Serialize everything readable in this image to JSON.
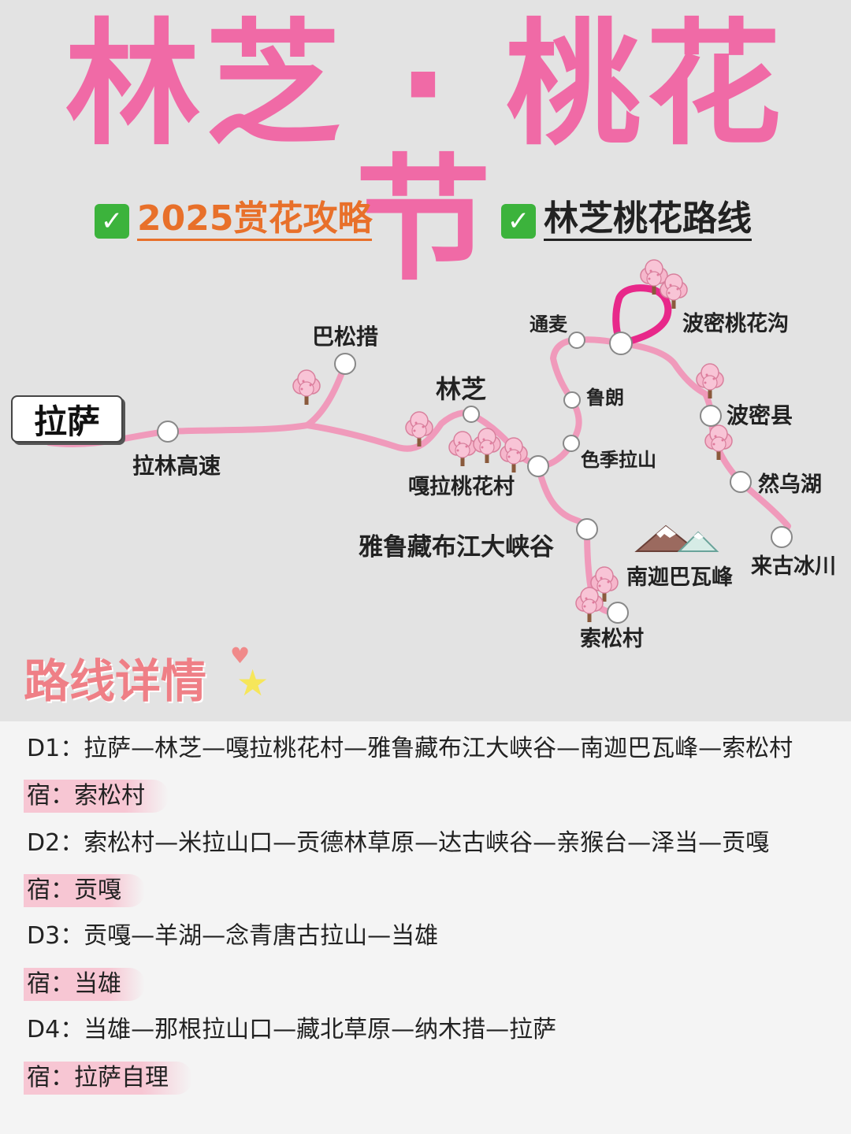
{
  "title": "林芝 · 桃花节",
  "subtitles": {
    "left": "2025赏花攻略",
    "right": "林芝桃花路线",
    "check_icon": "✅"
  },
  "map": {
    "route_color": "#f09abb",
    "highlight_loop_color": "#e8288a",
    "start_label": "拉萨",
    "places": {
      "lalin": "拉林高速",
      "basongcuo": "巴松措",
      "linzhi": "林芝",
      "gala": "嘎拉桃花村",
      "yarlung": "雅鲁藏布江大峡谷",
      "namjagbarwa": "南迦巴瓦峰",
      "suosong": "索松村",
      "tongmai": "通麦",
      "bomi_gou": "波密桃花沟",
      "lulang": "鲁朗",
      "sejila": "色季拉山",
      "bomi_county": "波密县",
      "ranwu": "然乌湖",
      "laigu": "来古冰川"
    }
  },
  "section_heading": "路线详情",
  "itinerary": [
    {
      "day": "D1：拉萨—林芝—嘎拉桃花村—雅鲁藏布江大峡谷—南迦巴瓦峰—索松村",
      "stay": "宿：索松村"
    },
    {
      "day": "D2：索松村—米拉山口—贡德林草原—达古峡谷—亲猴台—泽当—贡嘎",
      "stay": "宿：贡嘎"
    },
    {
      "day": "D3：贡嘎—羊湖—念青唐古拉山—当雄",
      "stay": "宿：当雄"
    },
    {
      "day": "D4：当雄—那根拉山口—藏北草原—纳木措—拉萨",
      "stay": "宿：拉萨自理"
    }
  ]
}
